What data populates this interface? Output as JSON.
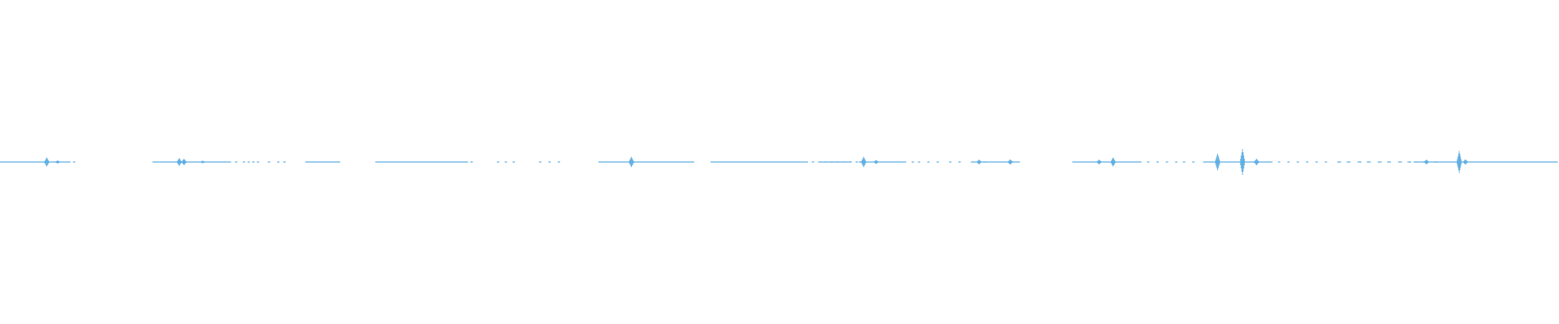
{
  "waveform": {
    "color": "#5dade2",
    "background": "#ffffff",
    "segments": [
      [
        0.0,
        0.045
      ],
      [
        0.047,
        0.048
      ],
      [
        0.098,
        0.148
      ],
      [
        0.151,
        0.152
      ],
      [
        0.156,
        0.157
      ],
      [
        0.159,
        0.16
      ],
      [
        0.162,
        0.163
      ],
      [
        0.165,
        0.166
      ],
      [
        0.172,
        0.173
      ],
      [
        0.178,
        0.179
      ],
      [
        0.182,
        0.183
      ],
      [
        0.196,
        0.218
      ],
      [
        0.241,
        0.3
      ],
      [
        0.302,
        0.303
      ],
      [
        0.319,
        0.32
      ],
      [
        0.324,
        0.325
      ],
      [
        0.329,
        0.33
      ],
      [
        0.346,
        0.347
      ],
      [
        0.352,
        0.353
      ],
      [
        0.358,
        0.359
      ],
      [
        0.384,
        0.445
      ],
      [
        0.456,
        0.518
      ],
      [
        0.521,
        0.522
      ],
      [
        0.525,
        0.526
      ],
      [
        0.529,
        0.53
      ],
      [
        0.533,
        0.534
      ],
      [
        0.537,
        0.538
      ],
      [
        0.541,
        0.542
      ],
      [
        0.545,
        0.546
      ],
      [
        0.549,
        0.55
      ],
      [
        0.526,
        0.546
      ],
      [
        0.551,
        0.581
      ],
      [
        0.585,
        0.586
      ],
      [
        0.589,
        0.59
      ],
      [
        0.595,
        0.596
      ],
      [
        0.601,
        0.602
      ],
      [
        0.609,
        0.61
      ],
      [
        0.615,
        0.616
      ],
      [
        0.623,
        0.624
      ],
      [
        0.631,
        0.632
      ],
      [
        0.624,
        0.654
      ],
      [
        0.688,
        0.732
      ],
      [
        0.736,
        0.737
      ],
      [
        0.742,
        0.743
      ],
      [
        0.748,
        0.749
      ],
      [
        0.754,
        0.755
      ],
      [
        0.759,
        0.76
      ],
      [
        0.765,
        0.766
      ],
      [
        0.772,
        0.816
      ],
      [
        0.82,
        0.821
      ],
      [
        0.826,
        0.827
      ],
      [
        0.832,
        0.833
      ],
      [
        0.838,
        0.839
      ],
      [
        0.844,
        0.845
      ],
      [
        0.85,
        0.851
      ],
      [
        0.858,
        0.86
      ],
      [
        0.864,
        0.866
      ],
      [
        0.871,
        0.873
      ],
      [
        0.877,
        0.879
      ],
      [
        0.884,
        0.886
      ],
      [
        0.89,
        0.892
      ],
      [
        0.897,
        0.899
      ],
      [
        0.903,
        0.905
      ],
      [
        0.907,
        0.909
      ],
      [
        0.913,
        0.915
      ],
      [
        0.92,
        0.922
      ],
      [
        0.908,
        0.999
      ]
    ],
    "spikes": [
      {
        "x": 0.03,
        "amp": 0.35
      },
      {
        "x": 0.037,
        "amp": 0.12
      },
      {
        "x": 0.115,
        "amp": 0.3
      },
      {
        "x": 0.118,
        "amp": 0.25
      },
      {
        "x": 0.13,
        "amp": 0.1
      },
      {
        "x": 0.405,
        "amp": 0.4
      },
      {
        "x": 0.554,
        "amp": 0.4
      },
      {
        "x": 0.562,
        "amp": 0.15
      },
      {
        "x": 0.628,
        "amp": 0.18
      },
      {
        "x": 0.648,
        "amp": 0.2
      },
      {
        "x": 0.705,
        "amp": 0.18
      },
      {
        "x": 0.714,
        "amp": 0.35
      },
      {
        "x": 0.781,
        "amp": 0.65
      },
      {
        "x": 0.797,
        "amp": 1.0
      },
      {
        "x": 0.806,
        "amp": 0.25
      },
      {
        "x": 0.915,
        "amp": 0.18
      },
      {
        "x": 0.936,
        "amp": 0.85
      },
      {
        "x": 0.94,
        "amp": 0.2
      }
    ]
  }
}
